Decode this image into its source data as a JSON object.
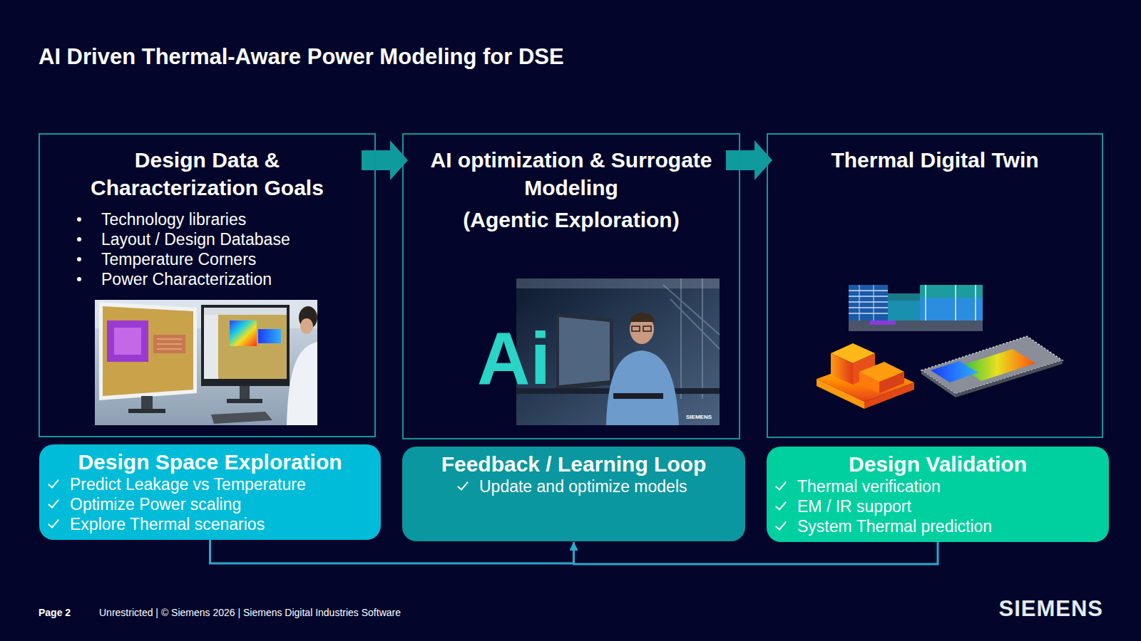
{
  "diagram": {
    "title": "AI Driven Thermal-Aware Power Modeling for DSE",
    "nodes": [
      {
        "text": [
          "Design Data & Characterization Goals",
          "Technology libraries",
          "Layout / Design Database",
          "Temperature Corners",
          "Power Characterization"
        ]
      },
      {
        "text": [
          "AI optimization & Surrogate Modeling",
          "(Agentic Exploration)"
        ]
      },
      {
        "text": [
          "Thermal Digital Twin"
        ]
      },
      {
        "text": [
          "Design Space Exploration",
          "Predict Leakage vs Temperature",
          "Optimize Power scaling",
          "Explore Thermal scenarios"
        ]
      },
      {
        "text": [
          "Feedback / Learning Loop",
          "Update and optimize models"
        ]
      },
      {
        "text": [
          "Design Validation",
          "Thermal verification",
          "EM / IR support",
          "System Thermal prediction"
        ]
      }
    ],
    "edges": [
      {
        "from": 0,
        "to": 1,
        "arrow": "to"
      },
      {
        "from": 1,
        "to": 2,
        "arrow": "to"
      },
      {
        "from": 3,
        "to": 4,
        "arrow": "to"
      },
      {
        "from": 5,
        "to": 4,
        "arrow": "to"
      }
    ],
    "labels": [
      "Ai",
      "SIEMENS",
      "Page 2",
      "Unrestricted | © Siemens 2026 | Siemens Digital Industries Software",
      "SIEMENS"
    ]
  }
}
